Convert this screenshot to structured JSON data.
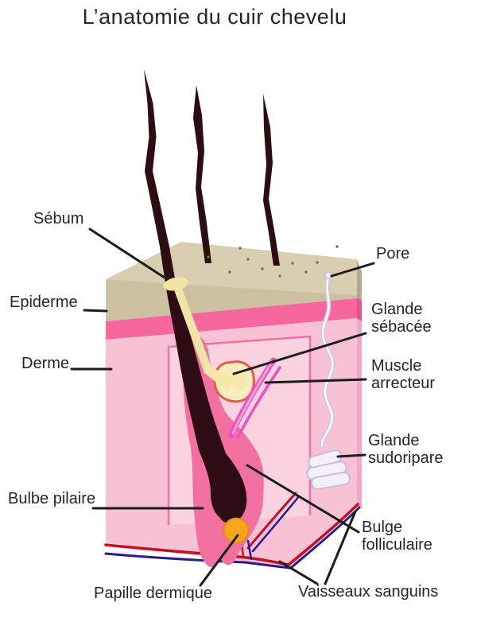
{
  "title": "L’anatomie du cuir chevelu",
  "labels": {
    "sebum": "Sébum",
    "epiderme": "Epiderme",
    "derme": "Derme",
    "bulbe_pilaire": "Bulbe pilaire",
    "papille_dermique": "Papille dermique",
    "pore": "Pore",
    "glande_sebacee": "Glande\nsébacée",
    "muscle_arrecteur": "Muscle\narrecteur",
    "glande_sudoripare": "Glande\nsudoripare",
    "bulge_folliculaire": "Bulge\nfolliculaire",
    "vaisseaux_sanguins": "Vaisseaux sanguins"
  },
  "colors": {
    "background": "#ffffff",
    "label_text": "#262626",
    "leader_line": "#1c1c1c",
    "epidermis_top": "#DACEB0",
    "epidermis_front": "#CDC0A0",
    "epidermis_side": "#B6A98B",
    "basal_band": "#F7669C",
    "basal_band_side": "#E2548C",
    "dermis": "#F9C2D4",
    "dermis_side": "#F0A8C4",
    "inner_panel": "#FBD3E0",
    "inner_panel_edge": "#F56EA4",
    "follicle_sheath": "#F1709F",
    "hair": "#2D0D13",
    "papilla": "#F9A51B",
    "papilla_edge": "#E18F07",
    "sebum_fill": "#EFE6A6",
    "sebaceous_fill": "#F8EDBE",
    "sebaceous_edge": "#E85C43",
    "sebaceous_inner": "#F3E8A8",
    "muscle": "#EF4EC1",
    "muscle_light": "#F9A0DC",
    "sweat_duct": "#CFC5E6",
    "sweat_fill": "#F3F1F7",
    "sweat_edge": "#C7BDE0",
    "vessel_red": "#C20F24",
    "vessel_blue": "#2A1A8F",
    "pore_dot": "#7A6C52"
  }
}
